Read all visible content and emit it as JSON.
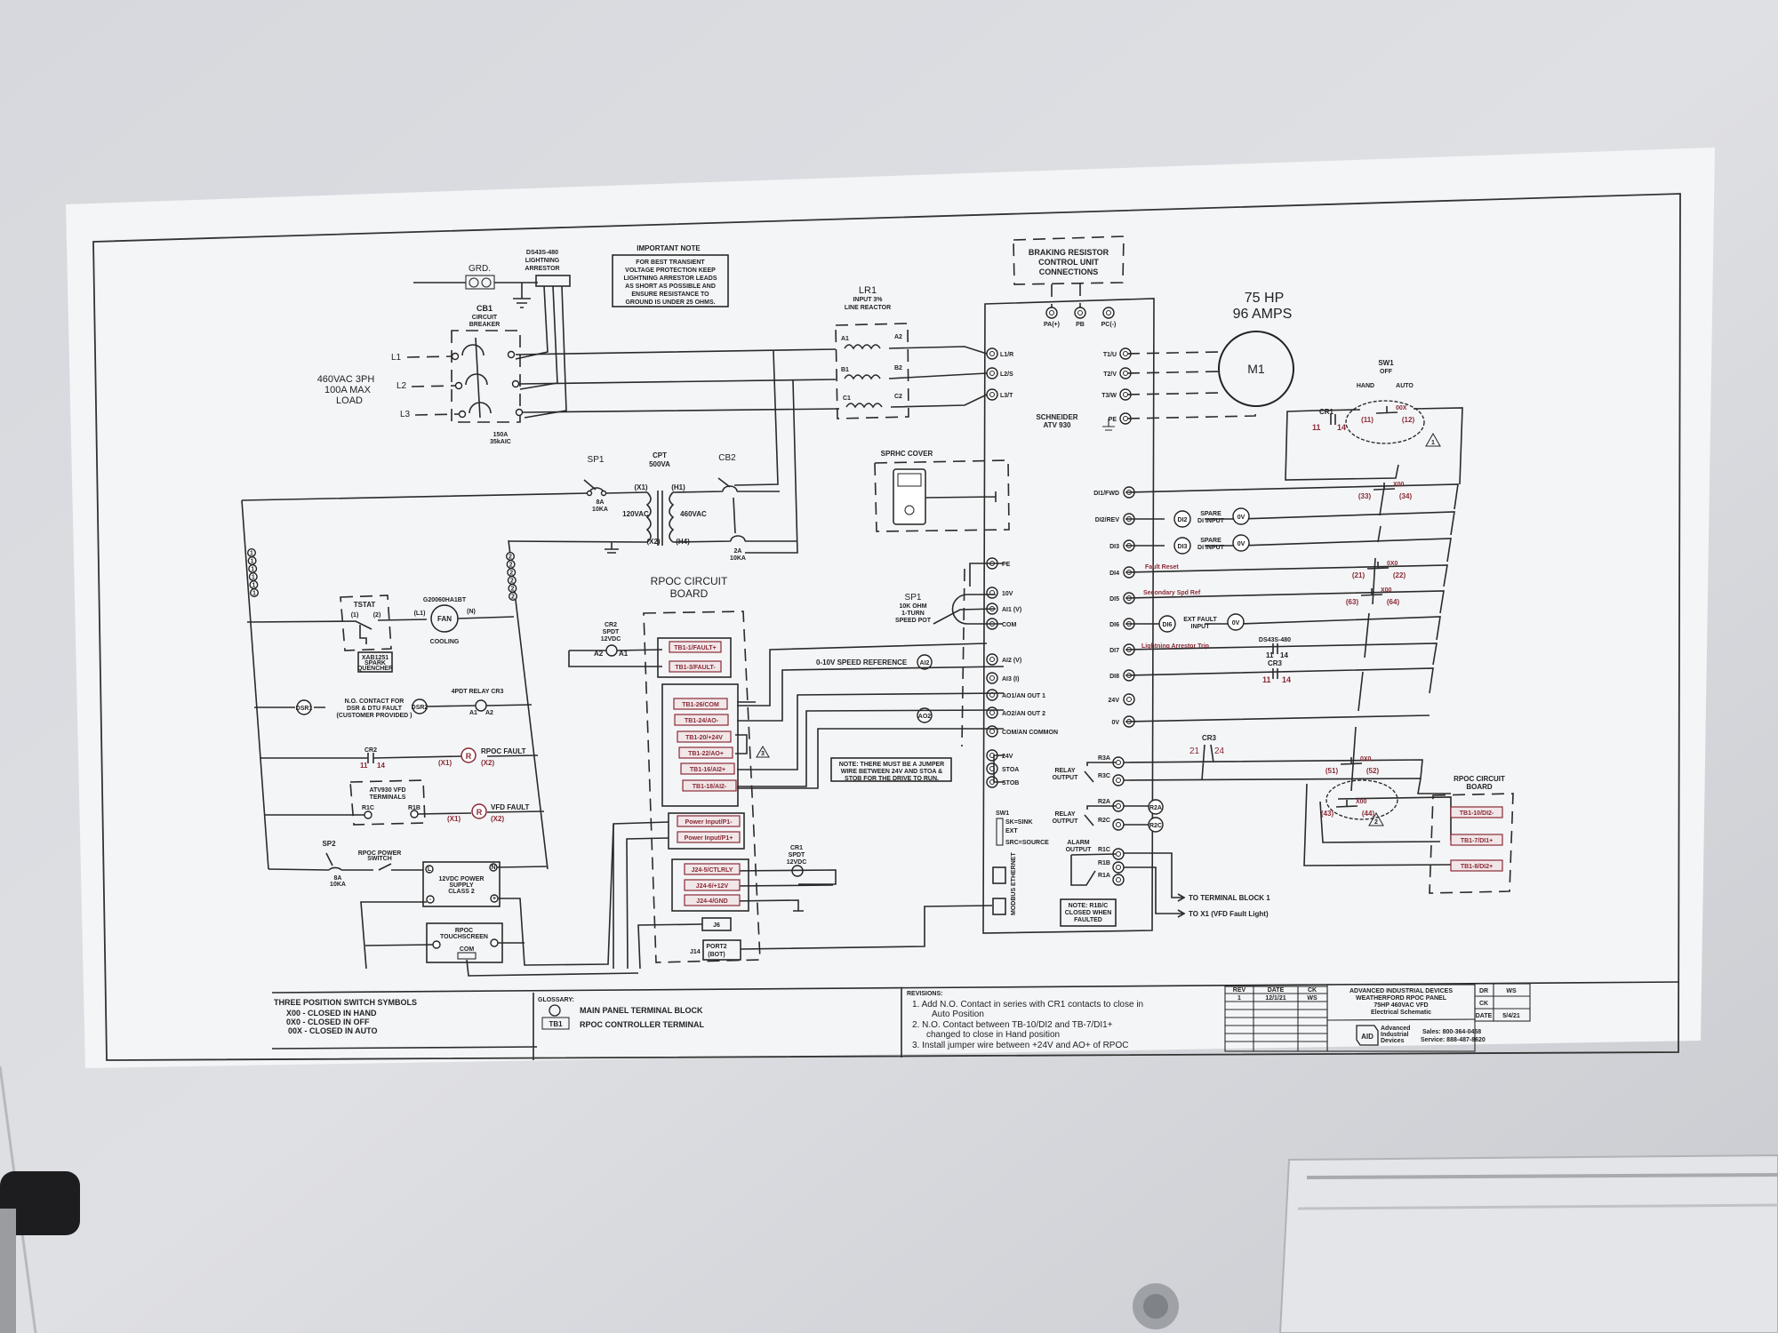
{
  "colors": {
    "ink": "#2a2a2a",
    "accent_red": "#8a2a35",
    "sheet": "#f4f5f7",
    "panel": "#cfd1d6"
  },
  "power": {
    "grd": "GRD.",
    "arrestor": [
      "DS43S-480",
      "LIGHTNING",
      "ARRESTOR"
    ],
    "note_title": "IMPORTANT NOTE",
    "note_lines": [
      "FOR BEST TRANSIENT",
      "VOLTAGE PROTECTION KEEP",
      "LIGHTNING ARRESTOR LEADS",
      "AS SHORT AS POSSIBLE AND",
      "ENSURE RESISTANCE TO",
      "GROUND IS UNDER 25 OHMS."
    ],
    "cb1": [
      "CB1",
      "CIRCUIT",
      "BREAKER"
    ],
    "cb1_rating": [
      "150A",
      "35kAIC"
    ],
    "lines": [
      "L1",
      "L2",
      "L3"
    ],
    "supply": [
      "460VAC 3PH",
      "100A MAX",
      "LOAD"
    ]
  },
  "reactor": {
    "title": "LR1",
    "sub": [
      "INPUT 3%",
      "LINE REACTOR"
    ],
    "terms": [
      "A1",
      "A2",
      "B1",
      "B2",
      "C1",
      "C2"
    ]
  },
  "braking": {
    "lines": [
      "BRAKING RESISTOR",
      "CONTROL UNIT",
      "CONNECTIONS"
    ],
    "terms": [
      "PA(+)",
      "PB",
      "PC(-)"
    ]
  },
  "motor": {
    "hp": "75 HP",
    "amps": "96 AMPS",
    "label": "M1"
  },
  "cpt": {
    "sp1": "SP1",
    "sp1_rating": [
      "8A",
      "10KA"
    ],
    "cpt": [
      "CPT",
      "500VA"
    ],
    "cb2": "CB2",
    "cb2_rating": [
      "2A",
      "10KA"
    ],
    "x1": "(X1)",
    "x2": "(X2)",
    "h1": "(H1)",
    "h4": "(H4)",
    "low": "120VAC",
    "high": "460VAC"
  },
  "sprhc": "SPRHC COVER",
  "vfd": {
    "name": [
      "SCHNEIDER",
      "ATV 930"
    ],
    "input": [
      "L1/R",
      "L2/S",
      "L3/T"
    ],
    "output": [
      "T1/U",
      "T2/V",
      "T3/W",
      "PE"
    ],
    "left_terms": [
      "PE",
      "10V",
      "AI1 (V)",
      "COM",
      "AI2 (V)",
      "AI3 (I)",
      "AO1/AN OUT 1",
      "AO2/AN OUT 2",
      "COM/AN COMMON",
      "24V",
      "STOA",
      "STOB"
    ],
    "right_terms": [
      "DI1/FWD",
      "DI2/REV",
      "DI3",
      "DI4",
      "DI5",
      "DI6",
      "DI7",
      "DI8",
      "24V",
      "0V"
    ],
    "relay3": {
      "label": [
        "RELAY",
        "OUTPUT"
      ],
      "a": "R3A",
      "c": "R3C"
    },
    "relay2": {
      "label": [
        "RELAY",
        "OUTPUT"
      ],
      "a": "R2A",
      "c": "R2C"
    },
    "alarm": {
      "label": [
        "ALARM",
        "OUTPUT"
      ],
      "c": "R1C",
      "b": "R1B",
      "a": "R1A"
    },
    "sw1": {
      "title": "SW1",
      "sk": "SK=SINK",
      "ext": "EXT",
      "src": "SRC=SOURCE"
    },
    "ports": [
      "ETHERNET",
      "MODBUS"
    ],
    "fault_note": [
      "NOTE: R1B/C",
      "CLOSED WHEN",
      "FAULTED"
    ],
    "jumper_note": [
      "NOTE: THERE MUST BE A JUMPER",
      "WIRE BETWEEN 24V AND STOA &",
      "STOB FOR THE DRIVE TO RUN."
    ]
  },
  "pot": {
    "title": "SP1",
    "desc": [
      "10K OHM",
      "1-TURN",
      "SPEED POT"
    ],
    "speed_ref": "0-10V SPEED REFERENCE",
    "ai2": "AI2",
    "ao2": "AO2"
  },
  "di_wiring": {
    "spare_inputs": [
      {
        "tag": "DI2",
        "label": [
          "SPARE",
          "DI INPUT"
        ],
        "ov": "0V"
      },
      {
        "tag": "DI3",
        "label": [
          "SPARE",
          "DI INPUT"
        ],
        "ov": "0V"
      }
    ],
    "fault_reset": "Fault Reset",
    "secondary_spd": "Secondary Spd Ref",
    "ext_fault": {
      "tag": "DI6",
      "label": [
        "EXT FAULT",
        "INPUT"
      ],
      "ov": "0V"
    },
    "lightning_trip": "Lightning Arrestor Trip",
    "ds43s": "DS43S-480",
    "cr3": "CR3",
    "contact_nums": [
      "11",
      "14"
    ],
    "cr3_b": [
      "21",
      "24"
    ]
  },
  "sw1": {
    "title": "SW1",
    "off": "OFF",
    "hand": "HAND",
    "auto": "AUTO",
    "cr1": "CR1",
    "contacts": [
      {
        "sym": "00X",
        "a": "(11)",
        "b": "(12)"
      },
      {
        "sym": "X00",
        "a": "(33)",
        "b": "(34)"
      },
      {
        "sym": "0X0",
        "a": "(21)",
        "b": "(22)"
      },
      {
        "sym": "X00",
        "a": "(63)",
        "b": "(64)"
      },
      {
        "sym": "0X0",
        "a": "(51)",
        "b": "(52)"
      },
      {
        "sym": "X00",
        "a": "(43)",
        "b": "(44)"
      }
    ],
    "rev1": "1",
    "rev2": "2"
  },
  "rpoc_right": {
    "title": [
      "RPOC CIRCUIT",
      "BOARD"
    ],
    "terms": [
      "TB1-10/DI2-",
      "TB1-7/DI1+",
      "TB1-8/DI2+"
    ]
  },
  "rpoc": {
    "title": [
      "RPOC CIRCUIT",
      "BOARD"
    ],
    "cr2": [
      "CR2",
      "SPDT",
      "12VDC"
    ],
    "fault_terms": [
      "TB1-1/FAULT+",
      "TB1-3/FAULT-"
    ],
    "analog_terms": [
      "TB1-26/COM",
      "TB1-24/AO-",
      "TB1-20/+24V",
      "TB1-22/AO+",
      "TB1-16/AI2+",
      "TB1-18/AI2-"
    ],
    "power_terms": [
      "Power Input/P1-",
      "Power Input/P1+"
    ],
    "j24_terms": [
      "J24-5/CTLRLY",
      "J24-6/+12V",
      "J24-4/GND"
    ],
    "j6": "J6",
    "j14": "J14",
    "port2": [
      "PORT2",
      "(BOT)"
    ],
    "cr1": [
      "CR1",
      "SPDT",
      "12VDC"
    ],
    "rev3": "3",
    "a1": "A1",
    "a2": "A2"
  },
  "control": {
    "rail_left": "1",
    "rail_right": "2",
    "tstat": "TSTAT",
    "tstat_terms": [
      "(1)",
      "(2)"
    ],
    "quencher": [
      "XAB1251",
      "SPARK",
      "QUENCHER"
    ],
    "fan_model": "G20060HA1BT",
    "fan": "FAN",
    "fan_l1": "(L1)",
    "fan_n": "(N)",
    "cooling": "COOLING",
    "dsr1": "DSR1",
    "dsr2": "DSR2",
    "no_contact": [
      "N.O. CONTACT FOR",
      "DSR & DTU FAULT",
      "(CUSTOMER PROVIDED )"
    ],
    "cr3_relay": "4PDT RELAY CR3",
    "cr2": "CR2",
    "contact_nums": [
      "11",
      "14"
    ],
    "rpoc_fault": "RPOC FAULT",
    "vfd_fault": "VFD FAULT",
    "lamp": "R",
    "x1": "(X1)",
    "x2": "(X2)",
    "atv_terms": [
      "ATV930 VFD",
      "TERMINALS"
    ],
    "r1c": "R1C",
    "r1b": "R1B",
    "sp2": "SP2",
    "sp2_rating": [
      "8A",
      "10KA"
    ],
    "rpoc_switch": [
      "RPOC POWER",
      "SWITCH"
    ],
    "psu": [
      "12VDC POWER",
      "SUPPLY",
      "CLASS 2"
    ],
    "psu_terms": [
      "L",
      "N",
      "-",
      "+"
    ],
    "touch": [
      "RPOC",
      "TOUCHSCREEN"
    ],
    "com": "COM"
  },
  "outputs": [
    "TO TERMINAL BLOCK 1",
    "TO X1 (VFD Fault Light)"
  ],
  "switch_symbols": {
    "title": "THREE POSITION SWITCH SYMBOLS",
    "lines": [
      "X00  -  CLOSED  IN  HAND",
      "0X0  -  CLOSED  IN  OFF",
      "00X  -  CLOSED  IN  AUTO"
    ]
  },
  "glossary": {
    "title": "GLOSSARY:",
    "items": [
      {
        "symbol": "",
        "label": "MAIN PANEL TERMINAL BLOCK"
      },
      {
        "symbol": "TB1",
        "label": "RPOC CONTROLLER TERMINAL"
      }
    ]
  },
  "revisions": {
    "title": "REVISIONS:",
    "items": [
      "1.  Add N.O. Contact in series with CR1 contacts to close in",
      "Auto Position",
      "2.  N.O. Contact between TB-10/DI2 and TB-7/DI1+",
      "changed to close in Hand position",
      "3.  Install jumper wire between +24V  and AO+ of RPOC"
    ]
  },
  "rev_table": {
    "headers": [
      "REV",
      "DATE",
      "CK"
    ],
    "rows": [
      [
        "1",
        "12/1/21",
        "WS"
      ]
    ]
  },
  "company": {
    "lines": [
      "ADVANCED INDUSTRIAL DEVICES",
      "WEATHERFORD RPOC PANEL",
      "75HP 460VAC VFD",
      "Electrical Schematic"
    ],
    "logo": "AID",
    "logo_text": [
      "Advanced",
      "Industrial",
      "Devices"
    ],
    "sales": "Sales: 800-364-0458",
    "service": "Service: 888-487-8620"
  },
  "signoff": {
    "dr_label": "DR",
    "dr_value": "WS",
    "ck_label": "CK",
    "date_label": "DATE",
    "date_value": "5/4/21"
  }
}
